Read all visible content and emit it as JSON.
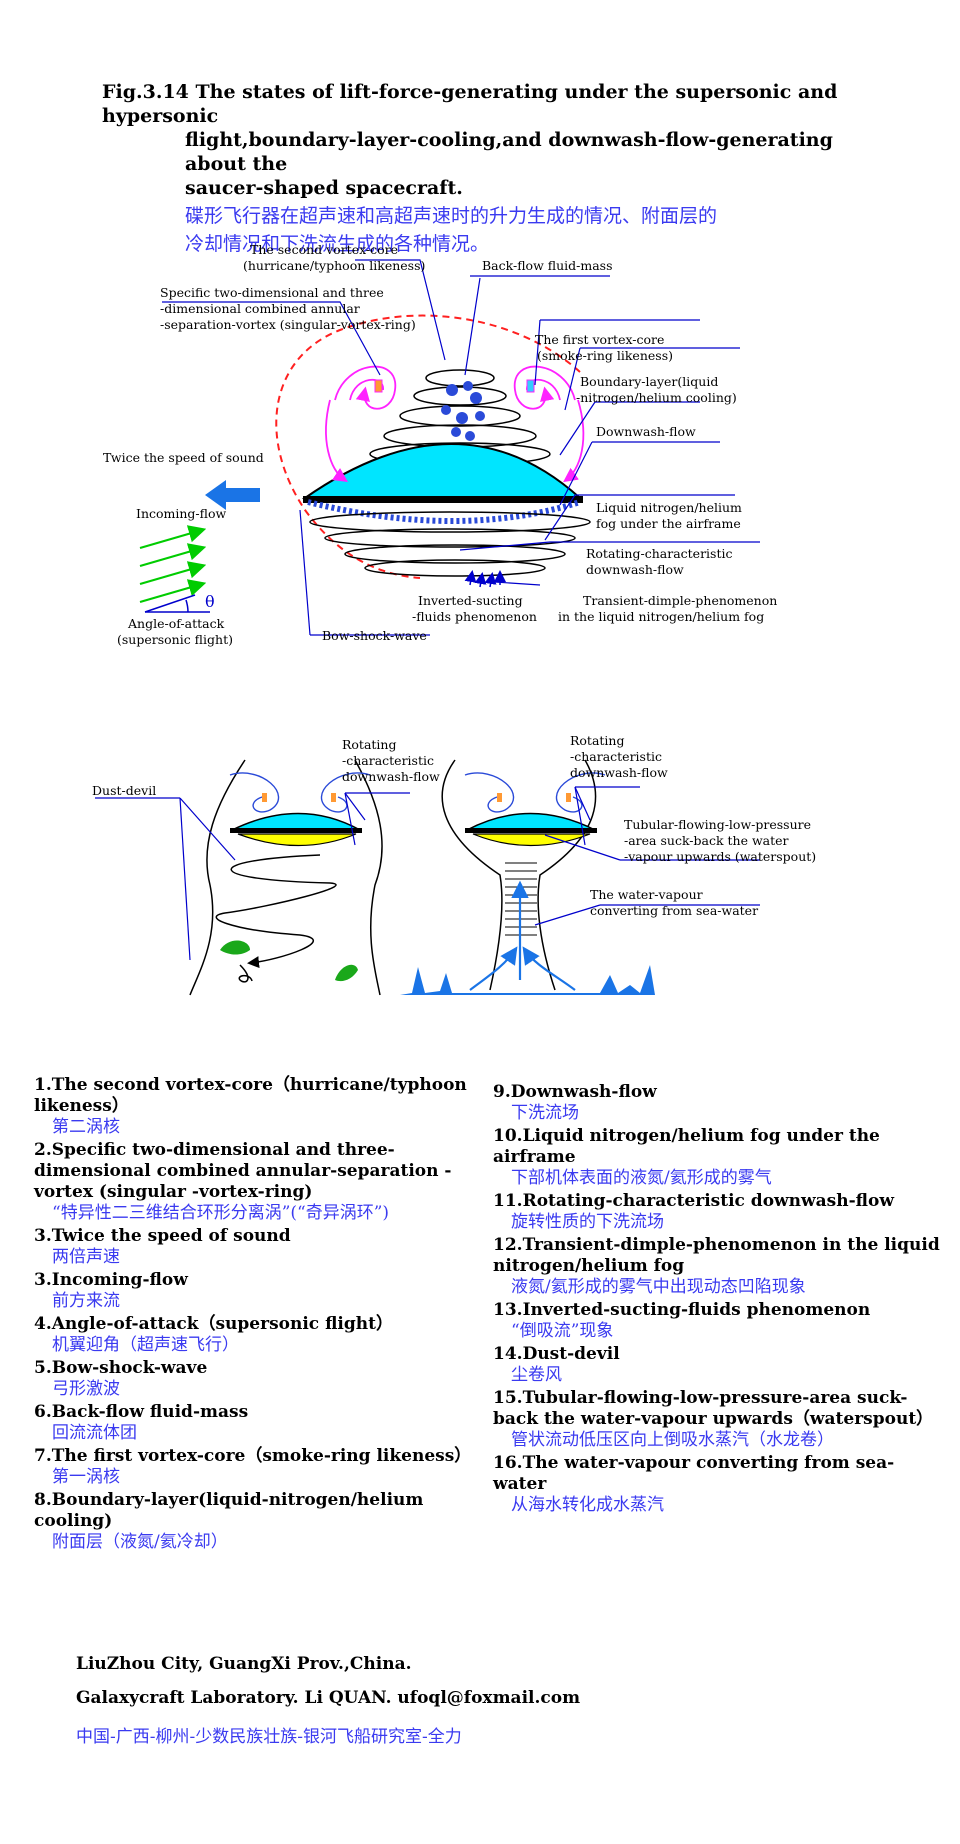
{
  "caption": {
    "line1": "Fig.3.14  The states of lift-force-generating under the supersonic and hypersonic",
    "line2": "flight,boundary-layer-cooling,and downwash-flow-generating about the",
    "line3": "saucer-shaped spacecraft.",
    "zh1": "碟形飞行器在超声速和高超声速时的升力生成的情况、附面层的",
    "zh2": "冷却情况和下洗流生成的各种情况。"
  },
  "diagram1": {
    "l_second_core_1": "The second vortex-core",
    "l_second_core_2": "(hurricane/typhoon likeness)",
    "l_specific_1": "Specific two-dimensional and three",
    "l_specific_2": "-dimensional combined annular",
    "l_specific_3": "-separation-vortex (singular-vortex-ring)",
    "l_backflow": "Back-flow fluid-mass",
    "l_first_core_1": "The first vortex-core",
    "l_first_core_2": "(smoke-ring likeness)",
    "l_boundary_1": "Boundary-layer(liquid",
    "l_boundary_2": "-nitrogen/helium cooling)",
    "l_downwash": "Downwash-flow",
    "l_twice": "Twice the speed of sound",
    "l_incoming": "Incoming-flow",
    "l_liquid_1": "Liquid nitrogen/helium",
    "l_liquid_2": "fog under the airframe",
    "l_rotating_1": "Rotating-characteristic",
    "l_rotating_2": "downwash-flow",
    "l_transient_1": "Transient-dimple-phenomenon",
    "l_transient_2": "in the liquid nitrogen/helium fog",
    "l_inverted_1": "Inverted-sucting",
    "l_inverted_2": "-fluids phenomenon",
    "l_angle_1": "Angle-of-attack",
    "l_angle_2": "(supersonic flight)",
    "l_bow": "Bow-shock-wave",
    "theta": "θ"
  },
  "diagram2": {
    "l_rot_a_1": "Rotating",
    "l_rot_a_2": "-characteristic",
    "l_rot_a_3": "downwash-flow",
    "l_rot_b_1": "Rotating",
    "l_rot_b_2": "-characteristic",
    "l_rot_b_3": "downwash-flow",
    "l_dust": "Dust-devil",
    "l_tubular_1": "Tubular-flowing-low-pressure",
    "l_tubular_2": "-area suck-back the water",
    "l_tubular_3": "-vapour upwards (waterspout)",
    "l_water_1": "The water-vapour",
    "l_water_2": "converting from sea-water"
  },
  "legend_left": [
    {
      "en": "1.The second vortex-core（hurricane/typhoon likeness）",
      "zh": "第二涡核"
    },
    {
      "en": "2.Specific two-dimensional and three-dimensional combined annular-separation -vortex (singular -vortex-ring)",
      "zh": "“特异性二三维结合环形分离涡”(“奇异涡环”)"
    },
    {
      "en": "3.Twice the speed of sound",
      "zh": "两倍声速"
    },
    {
      "en": "3.Incoming-flow",
      "zh": "前方来流"
    },
    {
      "en": "4.Angle-of-attack（supersonic flight）",
      "zh": "机翼迎角（超声速飞行）"
    },
    {
      "en": "5.Bow-shock-wave",
      "zh": "弓形激波"
    },
    {
      "en": "6.Back-flow fluid-mass",
      "zh": "回流流体团"
    },
    {
      "en": "7.The first vortex-core（smoke-ring likeness）",
      "zh": "第一涡核"
    },
    {
      "en": "8.Boundary-layer(liquid-nitrogen/helium cooling)",
      "zh": "附面层（液氮/氦冷却）"
    }
  ],
  "legend_right": [
    {
      "en": "9.Downwash-flow",
      "zh": "下洗流场"
    },
    {
      "en": "10.Liquid nitrogen/helium fog under the airframe",
      "zh": "下部机体表面的液氮/氦形成的雾气"
    },
    {
      "en": "11.Rotating-characteristic downwash-flow",
      "zh": "旋转性质的下洗流场"
    },
    {
      "en": "12.Transient-dimple-phenomenon in the liquid nitrogen/helium fog",
      "zh": "液氮/氦形成的雾气中出现动态凹陷现象"
    },
    {
      "en": "13.Inverted-sucting-fluids phenomenon",
      "zh": "“倒吸流”现象"
    },
    {
      "en": "14.Dust-devil",
      "zh": "尘卷风"
    },
    {
      "en": "15.Tubular-flowing-low-pressure-area suck-back the water-vapour upwards（waterspout）",
      "zh": "管状流动低压区向上倒吸水蒸汽（水龙卷）"
    },
    {
      "en": "16.The water-vapour converting from sea-water",
      "zh": "从海水转化成水蒸汽"
    }
  ],
  "footer": {
    "city": "LiuZhou City, GuangXi Prov.,China.",
    "lab": "Galaxycraft  Laboratory.   Li  QUAN.   ufoql@foxmail.com",
    "zh": "中国-广西-柳州-少数民族壮族-银河飞船研究室-全力"
  },
  "colors": {
    "accent_text": "#3a3af0",
    "saucer": "#00e5ff",
    "vortex": "#ff22ff",
    "arrow": "#1a74e6",
    "leader": "#0000cc"
  }
}
